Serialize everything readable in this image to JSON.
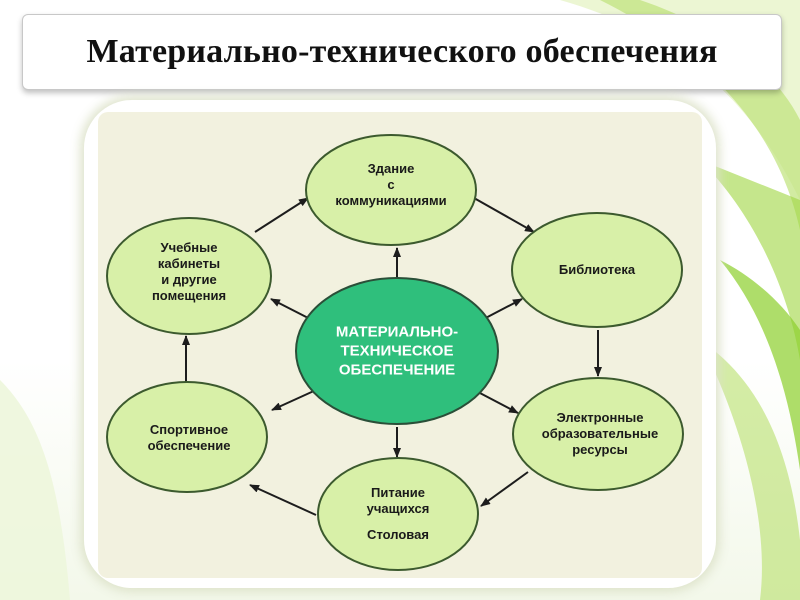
{
  "title": "Материально-технического обеспечения",
  "colors": {
    "node_fill": "#d8f0a8",
    "node_stroke": "#3c5a2e",
    "center_fill": "#2fbf7c",
    "arrow": "#1d1d1d",
    "accent_green": "#7bc832"
  },
  "diagram": {
    "center": {
      "lines": [
        "МАТЕРИАЛЬНО-",
        "ТЕХНИЧЕСКОЕ",
        "ОБЕСПЕЧЕНИЕ"
      ]
    },
    "nodes": {
      "building": {
        "lines": [
          "Здание",
          "с",
          "коммуникациями"
        ]
      },
      "library": {
        "lines": [
          "Библиотека"
        ]
      },
      "eresources": {
        "lines": [
          "Электронные",
          "образовательные",
          "ресурсы"
        ]
      },
      "food": {
        "lines": [
          "Питание",
          "учащихся",
          "",
          "Столовая"
        ]
      },
      "sport": {
        "lines": [
          "Спортивное",
          "обеспечение"
        ]
      },
      "classrooms": {
        "lines": [
          "Учебные",
          "кабинеты",
          "и другие",
          "помещения"
        ]
      }
    }
  }
}
